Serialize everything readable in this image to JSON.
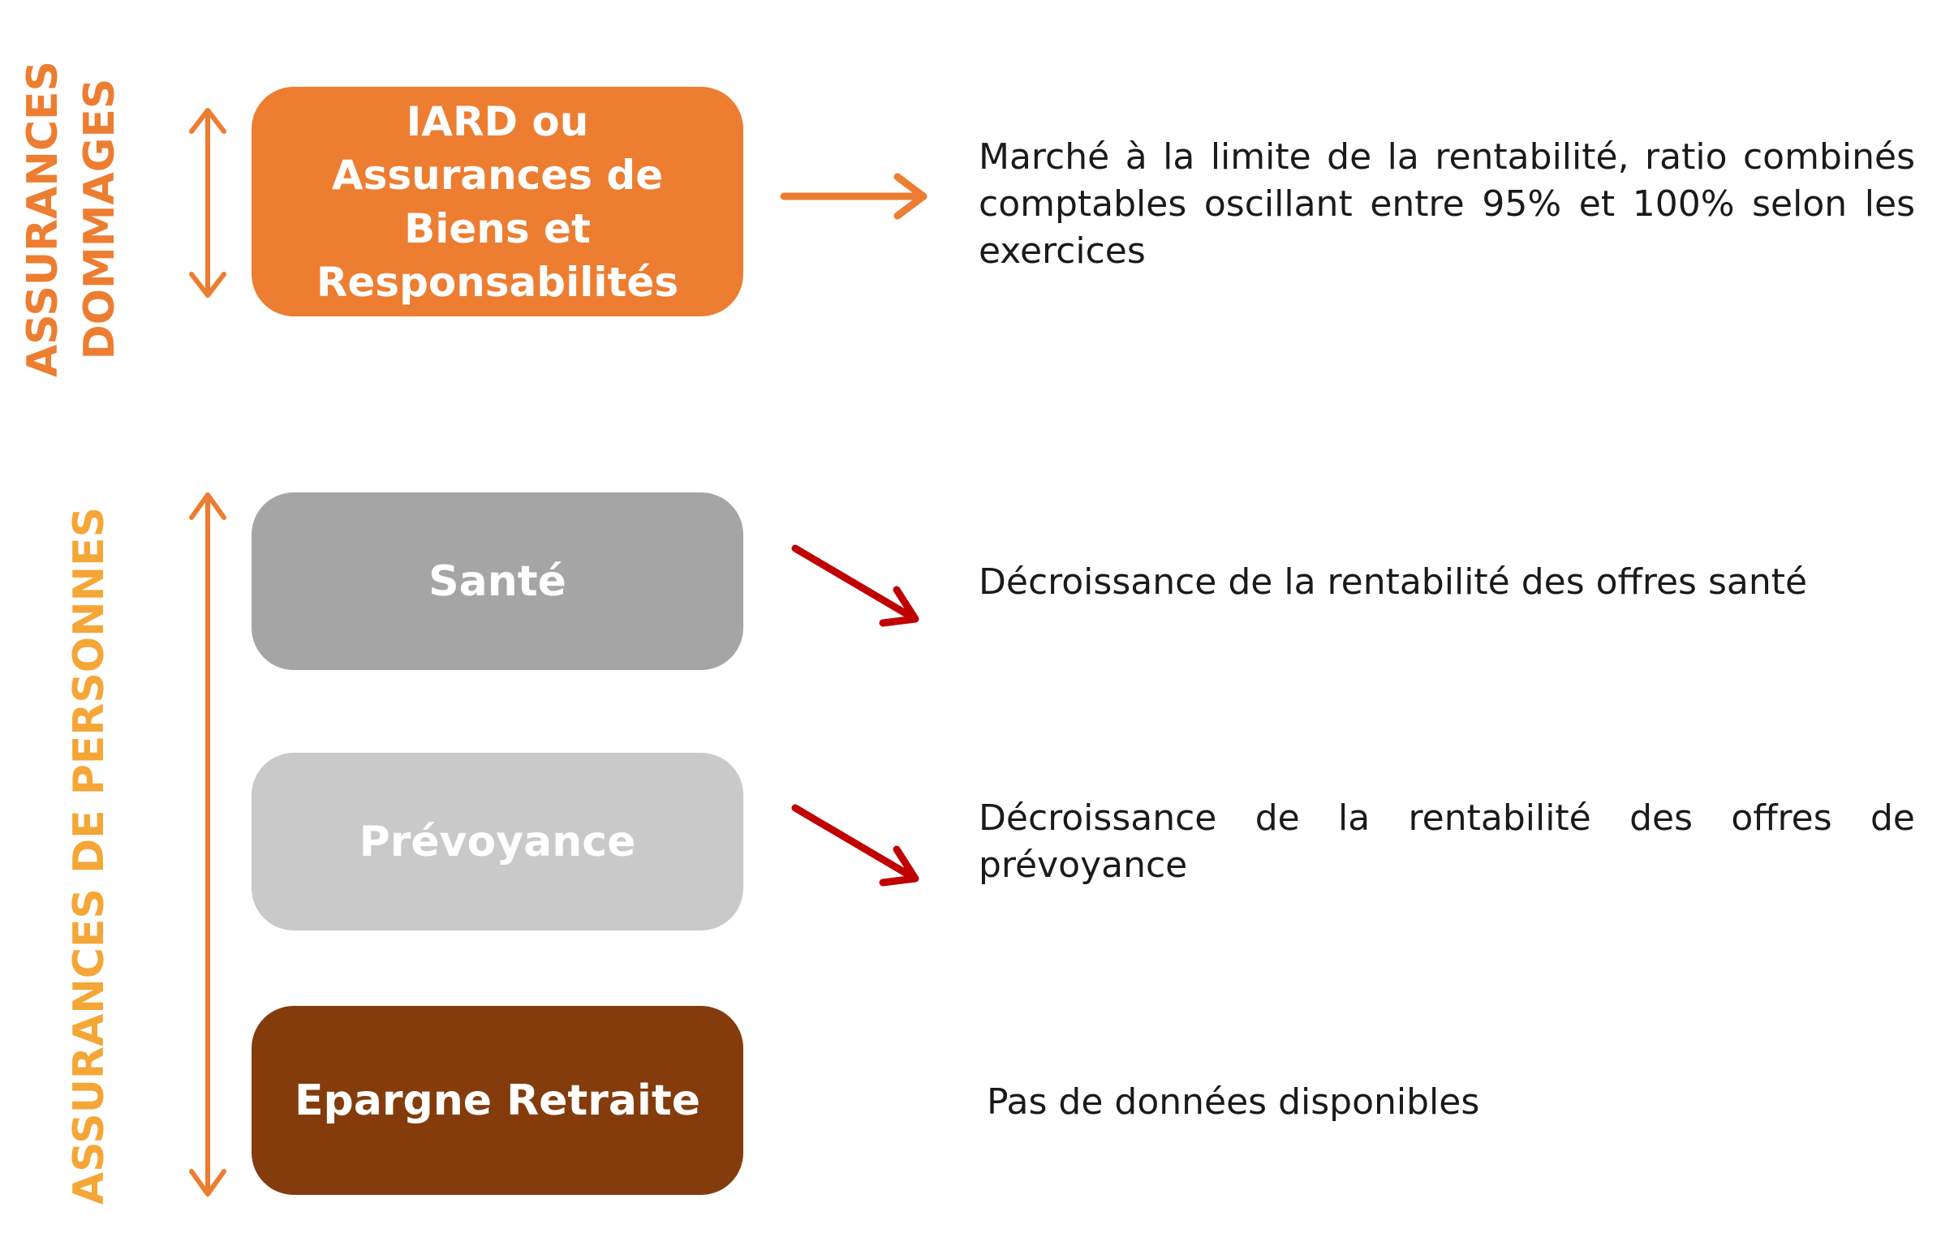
{
  "colors": {
    "orange": "#ED7D31",
    "dark_red": "#C00000",
    "sante_gray": "#A5A5A5",
    "prevoyance_gray": "#C9C9C9",
    "epargne_brown": "#843C0C",
    "label_orange_dommages": "#ED7D31",
    "label_orange_personnes": "#F4A636"
  },
  "side_labels": {
    "dommages": {
      "line1": "ASSURANCES",
      "line2": "DOMMAGES"
    },
    "personnes": {
      "text": "ASSURANCES DE PERSONNES"
    }
  },
  "categories": [
    {
      "id": "iard",
      "label": "IARD ou\nAssurances de\nBiens et\nResponsabilités",
      "trend": "right-arrow",
      "description": "Marché à la limite de la rentabilité, ratio combinés comptables oscillant entre 95% et 100% selon les exercices"
    },
    {
      "id": "sante",
      "label": "Santé",
      "trend": "down-right-arrow",
      "description": "Décroissance de la rentabilité des offres santé"
    },
    {
      "id": "prevoyance",
      "label": "Prévoyance",
      "trend": "down-right-arrow",
      "description": "Décroissance de la rentabilité des offres de prévoyance"
    },
    {
      "id": "epargne",
      "label": "Epargne Retraite",
      "trend": "none",
      "description": "Pas de données disponibles"
    }
  ]
}
